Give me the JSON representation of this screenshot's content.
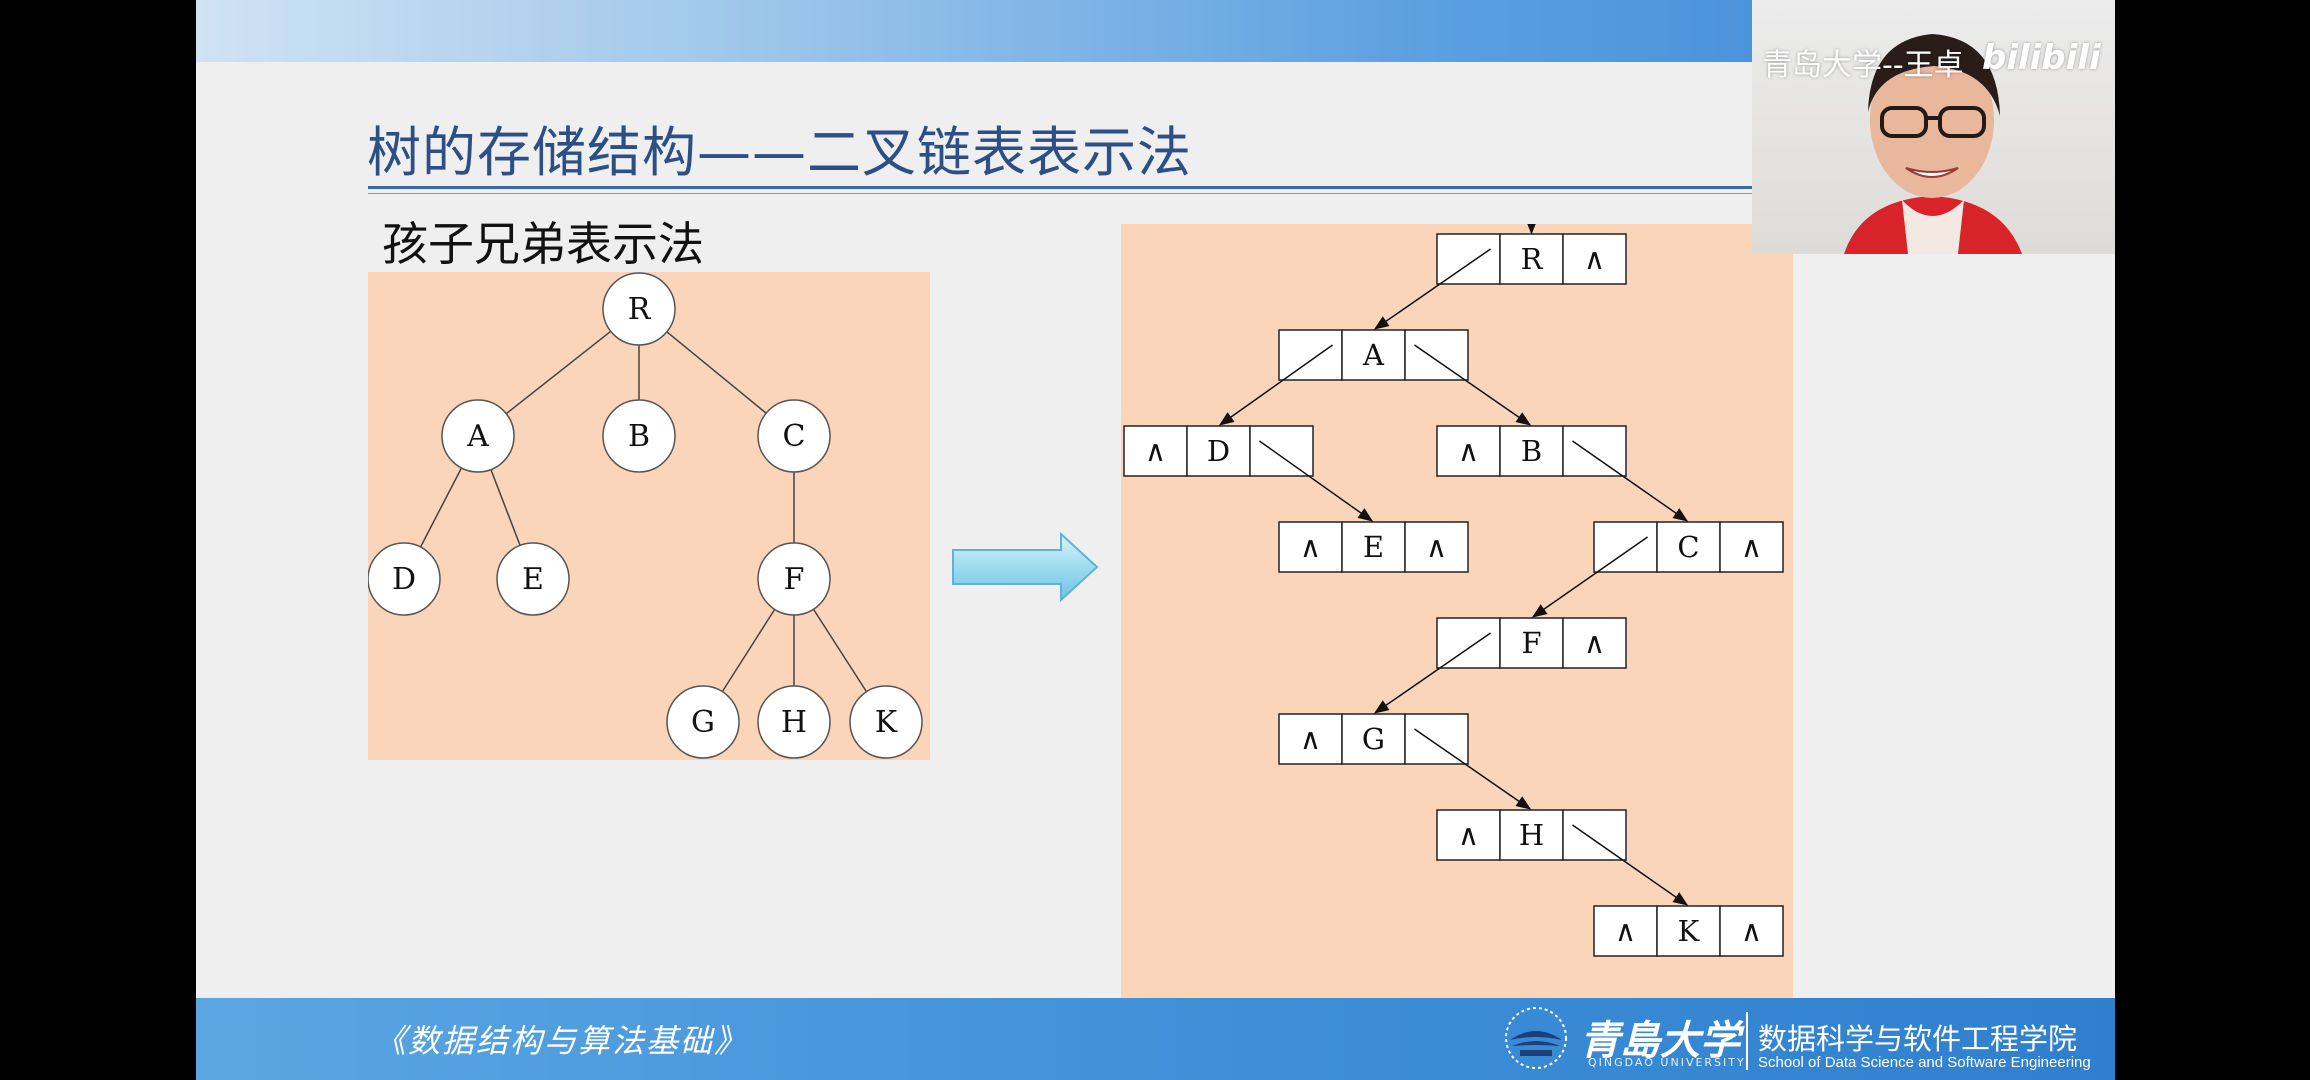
{
  "slide": {
    "title": "树的存储结构——二叉链表表示法",
    "subtitle": "孩子兄弟表示法",
    "footer_left": "《数据结构与算法基础》",
    "university_name": "青島大学",
    "university_en": "QINGDAO UNIVERSITY",
    "school_cn": "数据科学与软件工程学院",
    "school_en": "School of Data Science and Software Engineering"
  },
  "webcam": {
    "label": "青岛大学--王卓",
    "watermark": "bilibili"
  },
  "tree": {
    "nodes": [
      {
        "id": "R",
        "label": "R"
      },
      {
        "id": "A",
        "label": "A"
      },
      {
        "id": "B",
        "label": "B"
      },
      {
        "id": "C",
        "label": "C"
      },
      {
        "id": "D",
        "label": "D"
      },
      {
        "id": "E",
        "label": "E"
      },
      {
        "id": "F",
        "label": "F"
      },
      {
        "id": "G",
        "label": "G"
      },
      {
        "id": "H",
        "label": "H"
      },
      {
        "id": "K",
        "label": "K"
      }
    ],
    "edges": [
      [
        "R",
        "A"
      ],
      [
        "R",
        "B"
      ],
      [
        "R",
        "C"
      ],
      [
        "A",
        "D"
      ],
      [
        "A",
        "E"
      ],
      [
        "C",
        "F"
      ],
      [
        "F",
        "G"
      ],
      [
        "F",
        "H"
      ],
      [
        "F",
        "K"
      ]
    ]
  },
  "binary_list": {
    "null_symbol": "∧",
    "nodes": [
      {
        "id": "R",
        "left": "ptr",
        "data": "R",
        "right": "null"
      },
      {
        "id": "A",
        "left": "ptr",
        "data": "A",
        "right": "ptr"
      },
      {
        "id": "D",
        "left": "null",
        "data": "D",
        "right": "ptr"
      },
      {
        "id": "B",
        "left": "null",
        "data": "B",
        "right": "ptr"
      },
      {
        "id": "E",
        "left": "null",
        "data": "E",
        "right": "null"
      },
      {
        "id": "C",
        "left": "ptr",
        "data": "C",
        "right": "null"
      },
      {
        "id": "F",
        "left": "ptr",
        "data": "F",
        "right": "null"
      },
      {
        "id": "G",
        "left": "null",
        "data": "G",
        "right": "ptr"
      },
      {
        "id": "H",
        "left": "null",
        "data": "H",
        "right": "ptr"
      },
      {
        "id": "K",
        "left": "null",
        "data": "K",
        "right": "null"
      }
    ],
    "links": [
      [
        "R",
        "left",
        "A"
      ],
      [
        "A",
        "left",
        "D"
      ],
      [
        "A",
        "right",
        "B"
      ],
      [
        "D",
        "right",
        "E"
      ],
      [
        "B",
        "right",
        "C"
      ],
      [
        "C",
        "left",
        "F"
      ],
      [
        "F",
        "left",
        "G"
      ],
      [
        "G",
        "right",
        "H"
      ],
      [
        "H",
        "right",
        "K"
      ]
    ]
  },
  "colors": {
    "panel": "#fbd5b9",
    "title": "#2b4f86",
    "band": "#3e8fd8"
  }
}
